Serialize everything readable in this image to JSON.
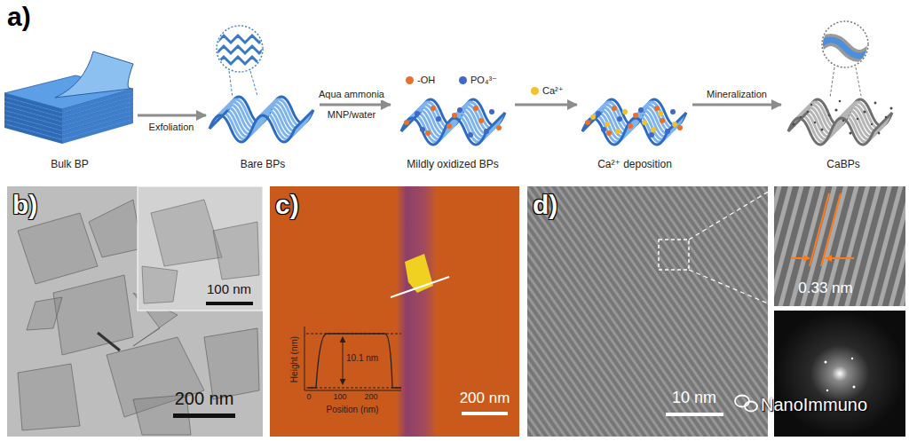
{
  "diagram": {
    "nodes": [
      {
        "text": [
          "Bulk BP"
        ]
      },
      {
        "text": [
          "Bare BPs"
        ]
      },
      {
        "text": [
          "Mildly oxidized BPs"
        ]
      },
      {
        "text": [
          "Ca²⁺ deposition"
        ]
      },
      {
        "text": [
          "CaBPs"
        ]
      }
    ],
    "edges": [
      {
        "from": 0,
        "to": 1,
        "arrow": "to",
        "label": "Exfoliation"
      },
      {
        "from": 1,
        "to": 2,
        "arrow": "to",
        "label": "Aqua ammonia"
      },
      {
        "from": 2,
        "to": 3,
        "arrow": "to"
      },
      {
        "from": 3,
        "to": 4,
        "arrow": "to",
        "label": "Mineralization"
      }
    ],
    "labels": [
      "a)",
      "b)",
      "100 nm",
      "200 nm",
      "c)",
      "Height (nm)",
      "Position (nm)",
      "0",
      "100",
      "200",
      "10.1 nm",
      "200 nm",
      "d)",
      "10 nm",
      "0.33 nm",
      "NanoImmuno",
      "MNP/water"
    ],
    "legend": [
      {
        "text": "-OH",
        "color": "#e8702a"
      },
      {
        "text": "PO₄³⁻",
        "color": "#3f68c8"
      },
      {
        "text": "Ca²⁺",
        "color": "#f2c12e"
      }
    ]
  }
}
